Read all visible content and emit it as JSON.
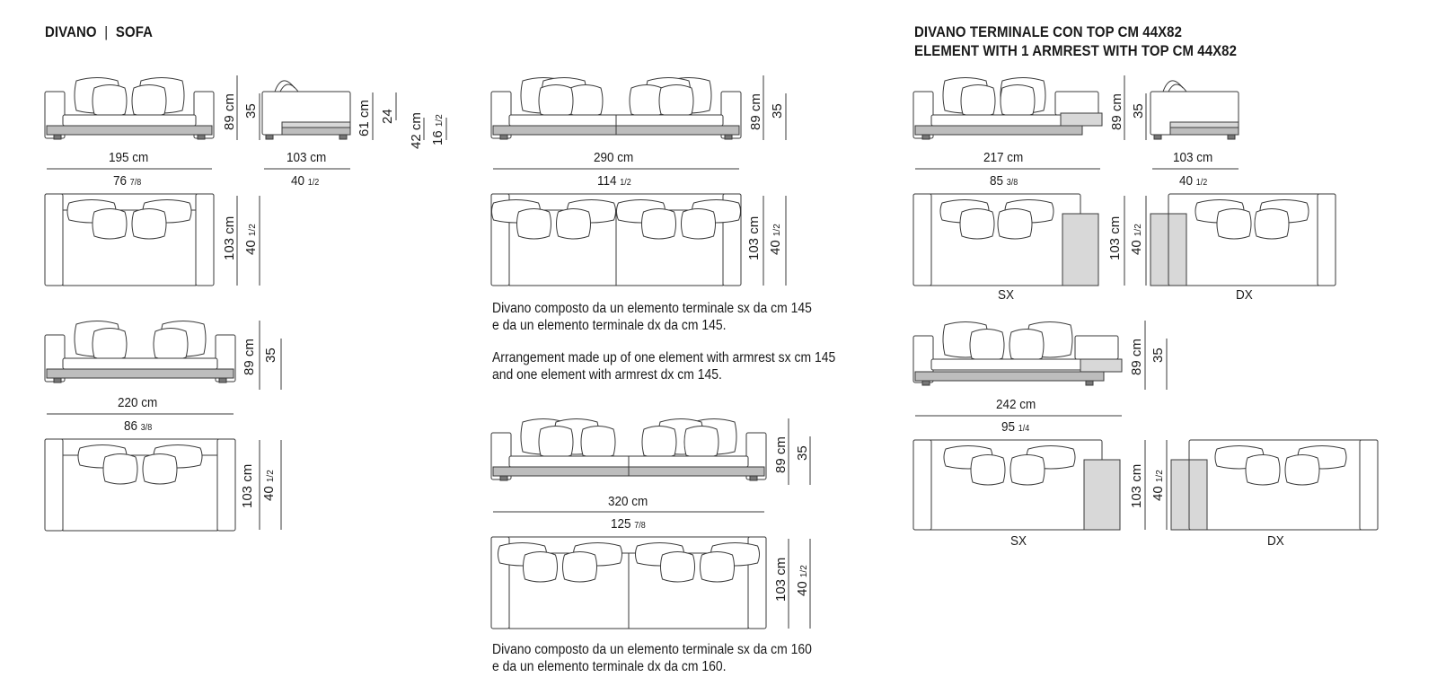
{
  "headings": {
    "left_it": "DIVANO",
    "left_en": "SOFA",
    "right_line1": "DIVANO TERMINALE CON TOP CM 44X82",
    "right_line2": "ELEMENT WITH 1 ARMREST WITH TOP CM 44X82"
  },
  "dims": {
    "w195": "195 cm",
    "w195_in": "76",
    "w195_in_frac": "7/8",
    "w103": "103 cm",
    "w103_in": "40",
    "w103_in_frac": "1/2",
    "w290": "290 cm",
    "w290_in": "114",
    "w290_in_frac": "1/2",
    "w217": "217 cm",
    "w217_in": "85",
    "w217_in_frac": "3/8",
    "w103b": "103 cm",
    "w103b_in": "40",
    "w103b_in_frac": "1/2",
    "w220": "220 cm",
    "w220_in": "86",
    "w220_in_frac": "3/8",
    "w242": "242 cm",
    "w242_in": "95",
    "w242_in_frac": "1/4",
    "w320": "320 cm",
    "w320_in": "125",
    "w320_in_frac": "7/8",
    "h89": "89 cm",
    "h35": "35",
    "h61": "61 cm",
    "h24": "24",
    "h42": "42 cm",
    "h16": "16",
    "h16_frac": "1/2",
    "d103": "103 cm",
    "d40": "40",
    "d40_frac": "1/2"
  },
  "labels": {
    "sx": "SX",
    "dx": "DX"
  },
  "notes": {
    "n290_it": [
      "Divano composto da un elemento terminale sx da cm 145",
      "e da un elemento terminale dx da cm 145."
    ],
    "n290_en": [
      "Arrangement made up of one element with armrest sx cm 145",
      "and one element with armrest dx cm 145."
    ],
    "n320_it": [
      "Divano composto da un elemento terminale sx da cm 160",
      "e da un elemento terminale dx da cm 160."
    ]
  },
  "colors": {
    "line": "#3a3a3a",
    "top_fill": "#d8d8d8",
    "base_fill": "#bdbdbd"
  }
}
